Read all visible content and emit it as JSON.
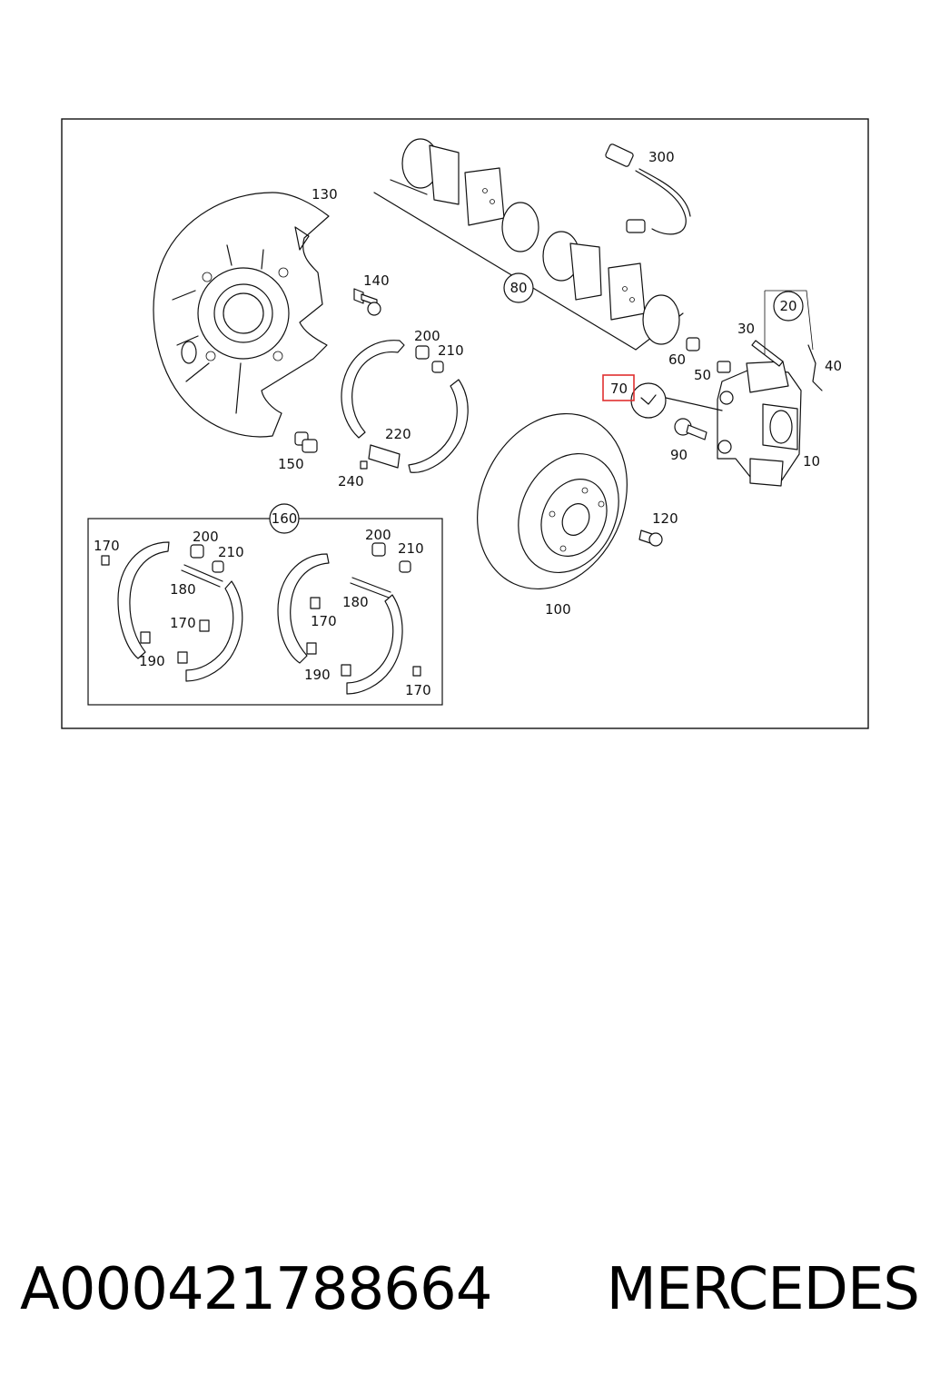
{
  "labels": {
    "l130": "130",
    "l140": "140",
    "l150": "150",
    "l200a": "200",
    "l210a": "210",
    "l220": "220",
    "l240": "240",
    "l300": "300",
    "l80": "80",
    "l20": "20",
    "l30": "30",
    "l40": "40",
    "l60": "60",
    "l50": "50",
    "l70": "70",
    "l90": "90",
    "l10": "10",
    "l120": "120",
    "l100": "100",
    "l160": "160",
    "l170a": "170",
    "l200b": "200",
    "l210b": "210",
    "l180a": "180",
    "l170b": "170",
    "l190a": "190",
    "l200c": "200",
    "l210c": "210",
    "l180b": "180",
    "l170c": "170",
    "l190b": "190",
    "l170d": "170"
  },
  "highlight": {
    "label": "70",
    "color": "#e03030"
  },
  "footer": {
    "part_number": "A000421788664",
    "brand": "MERCEDES"
  }
}
